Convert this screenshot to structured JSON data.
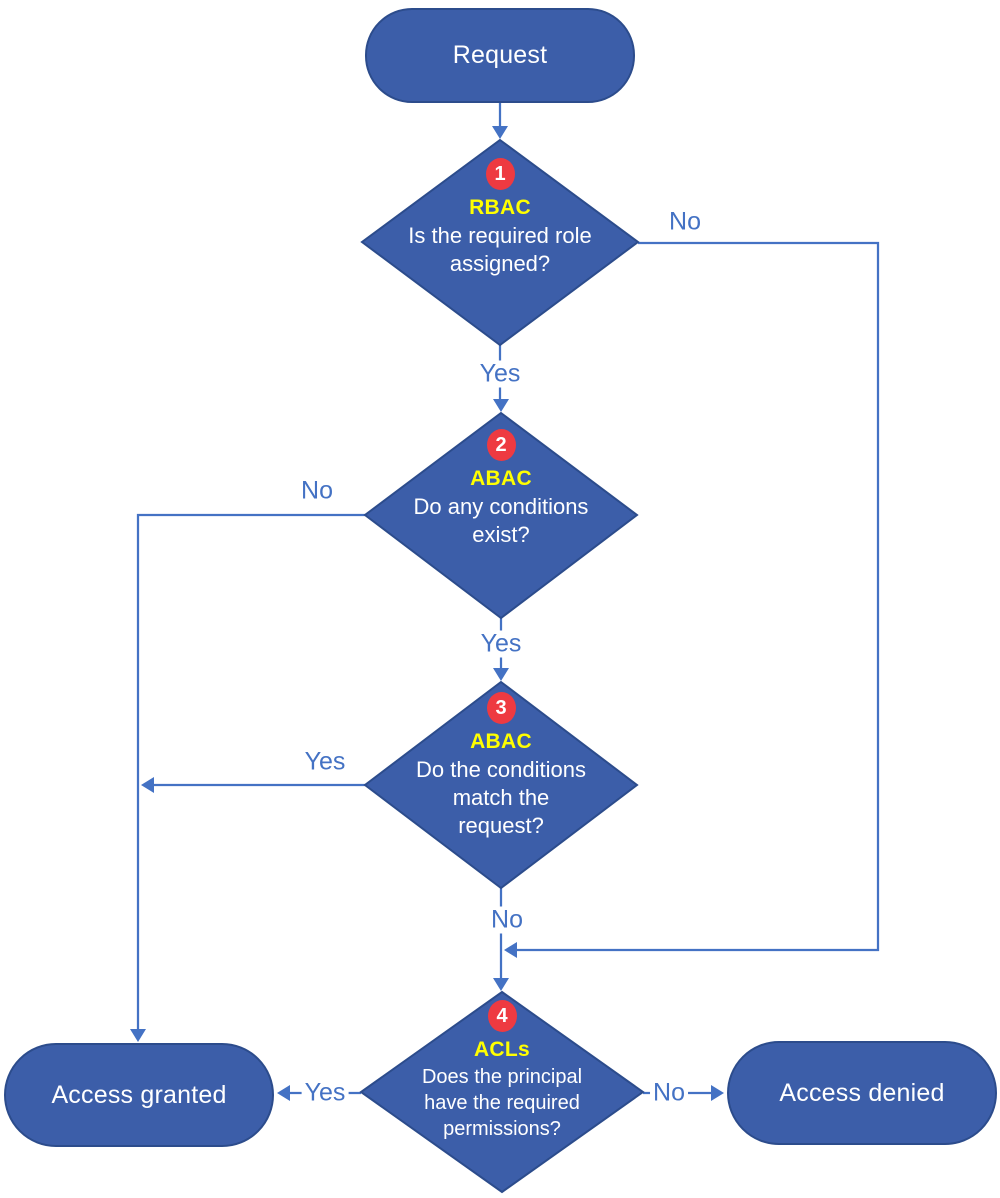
{
  "colors": {
    "shape_fill": "#3C5EA9",
    "shape_border": "#2C4C8C",
    "connector": "#4472C4",
    "badge_fill": "#EE3A41",
    "badge_text": "#FFFFFF",
    "category_text": "#FFFF00",
    "node_text": "#FFFFFF",
    "background": "#FFFFFF"
  },
  "nodes": {
    "request": {
      "label": "Request"
    },
    "decision1": {
      "number": "1",
      "category": "RBAC",
      "question": [
        "Is the required role",
        "assigned?"
      ]
    },
    "decision2": {
      "number": "2",
      "category": "ABAC",
      "question": [
        "Do any conditions",
        "exist?"
      ]
    },
    "decision3": {
      "number": "3",
      "category": "ABAC",
      "question": [
        "Do the conditions",
        "match the",
        "request?"
      ]
    },
    "decision4": {
      "number": "4",
      "category": "ACLs",
      "question": [
        "Does the principal",
        "have the required",
        "permissions?"
      ]
    },
    "granted": {
      "label": "Access granted"
    },
    "denied": {
      "label": "Access denied"
    }
  },
  "edges": {
    "d1_yes": "Yes",
    "d1_no": "No",
    "d2_yes": "Yes",
    "d2_no": "No",
    "d3_yes": "Yes",
    "d3_no": "No",
    "d4_yes": "Yes",
    "d4_no": "No"
  }
}
